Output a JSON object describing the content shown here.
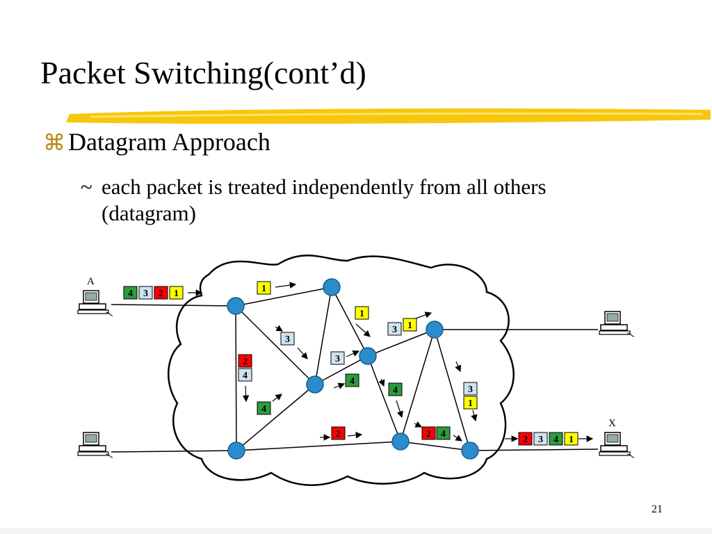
{
  "slide": {
    "title": "Packet Switching(cont’d)",
    "bullet_icon": "command-key-icon",
    "bullet": "Datagram Approach",
    "sub_bullet_mark": "~",
    "sub_bullet": "each packet is treated independently from all others (datagram)",
    "page_number": "21"
  },
  "diagram": {
    "hosts": [
      {
        "id": "host-a",
        "label": "A"
      },
      {
        "id": "host-right-top",
        "label": ""
      },
      {
        "id": "host-bottom-left",
        "label": ""
      },
      {
        "id": "host-x",
        "label": "X"
      }
    ],
    "source_queue": [
      "4",
      "3",
      "2",
      "1"
    ],
    "destination_queue": [
      "2",
      "3",
      "4",
      "1"
    ],
    "packets_in_transit": [
      "1",
      "1",
      "3",
      "1",
      "2",
      "4",
      "3",
      "3",
      "4",
      "4",
      "3",
      "1",
      "4",
      "2",
      "2",
      "4"
    ],
    "colors": {
      "packet_1": "#ffff00",
      "packet_2": "#ff0000",
      "packet_3": "#cfe3ef",
      "packet_4": "#2e9b3c",
      "node": "#2a8ccc",
      "accent_stroke": "#f5c400"
    }
  }
}
